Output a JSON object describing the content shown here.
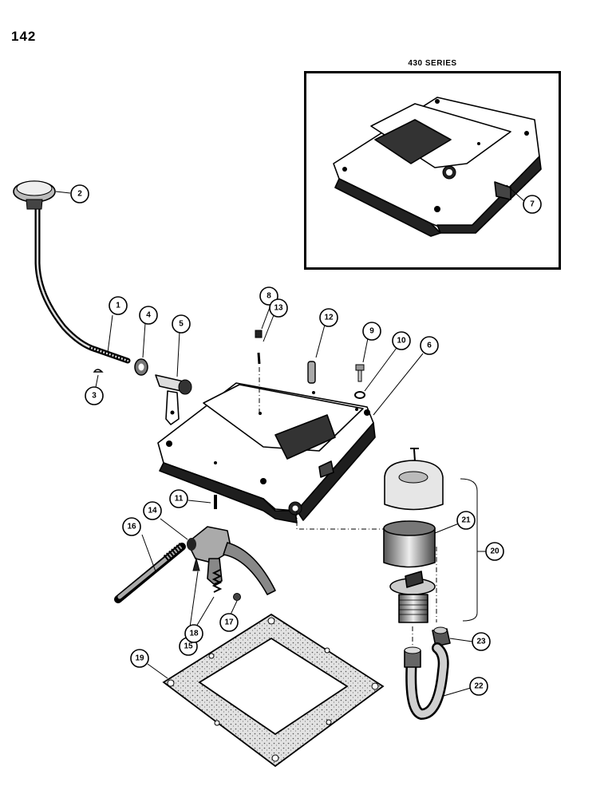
{
  "page_number": "142",
  "inset": {
    "title": "430 SERIES"
  },
  "callouts": [
    "1",
    "2",
    "3",
    "4",
    "5",
    "6",
    "7",
    "8",
    "9",
    "10",
    "11",
    "12",
    "13",
    "14",
    "15",
    "16",
    "17",
    "18",
    "19",
    "20",
    "21",
    "22",
    "23"
  ],
  "colors": {
    "ink": "#000000",
    "paper": "#ffffff",
    "shade": "#9a9a9a",
    "light_shade": "#d8d8d8"
  }
}
